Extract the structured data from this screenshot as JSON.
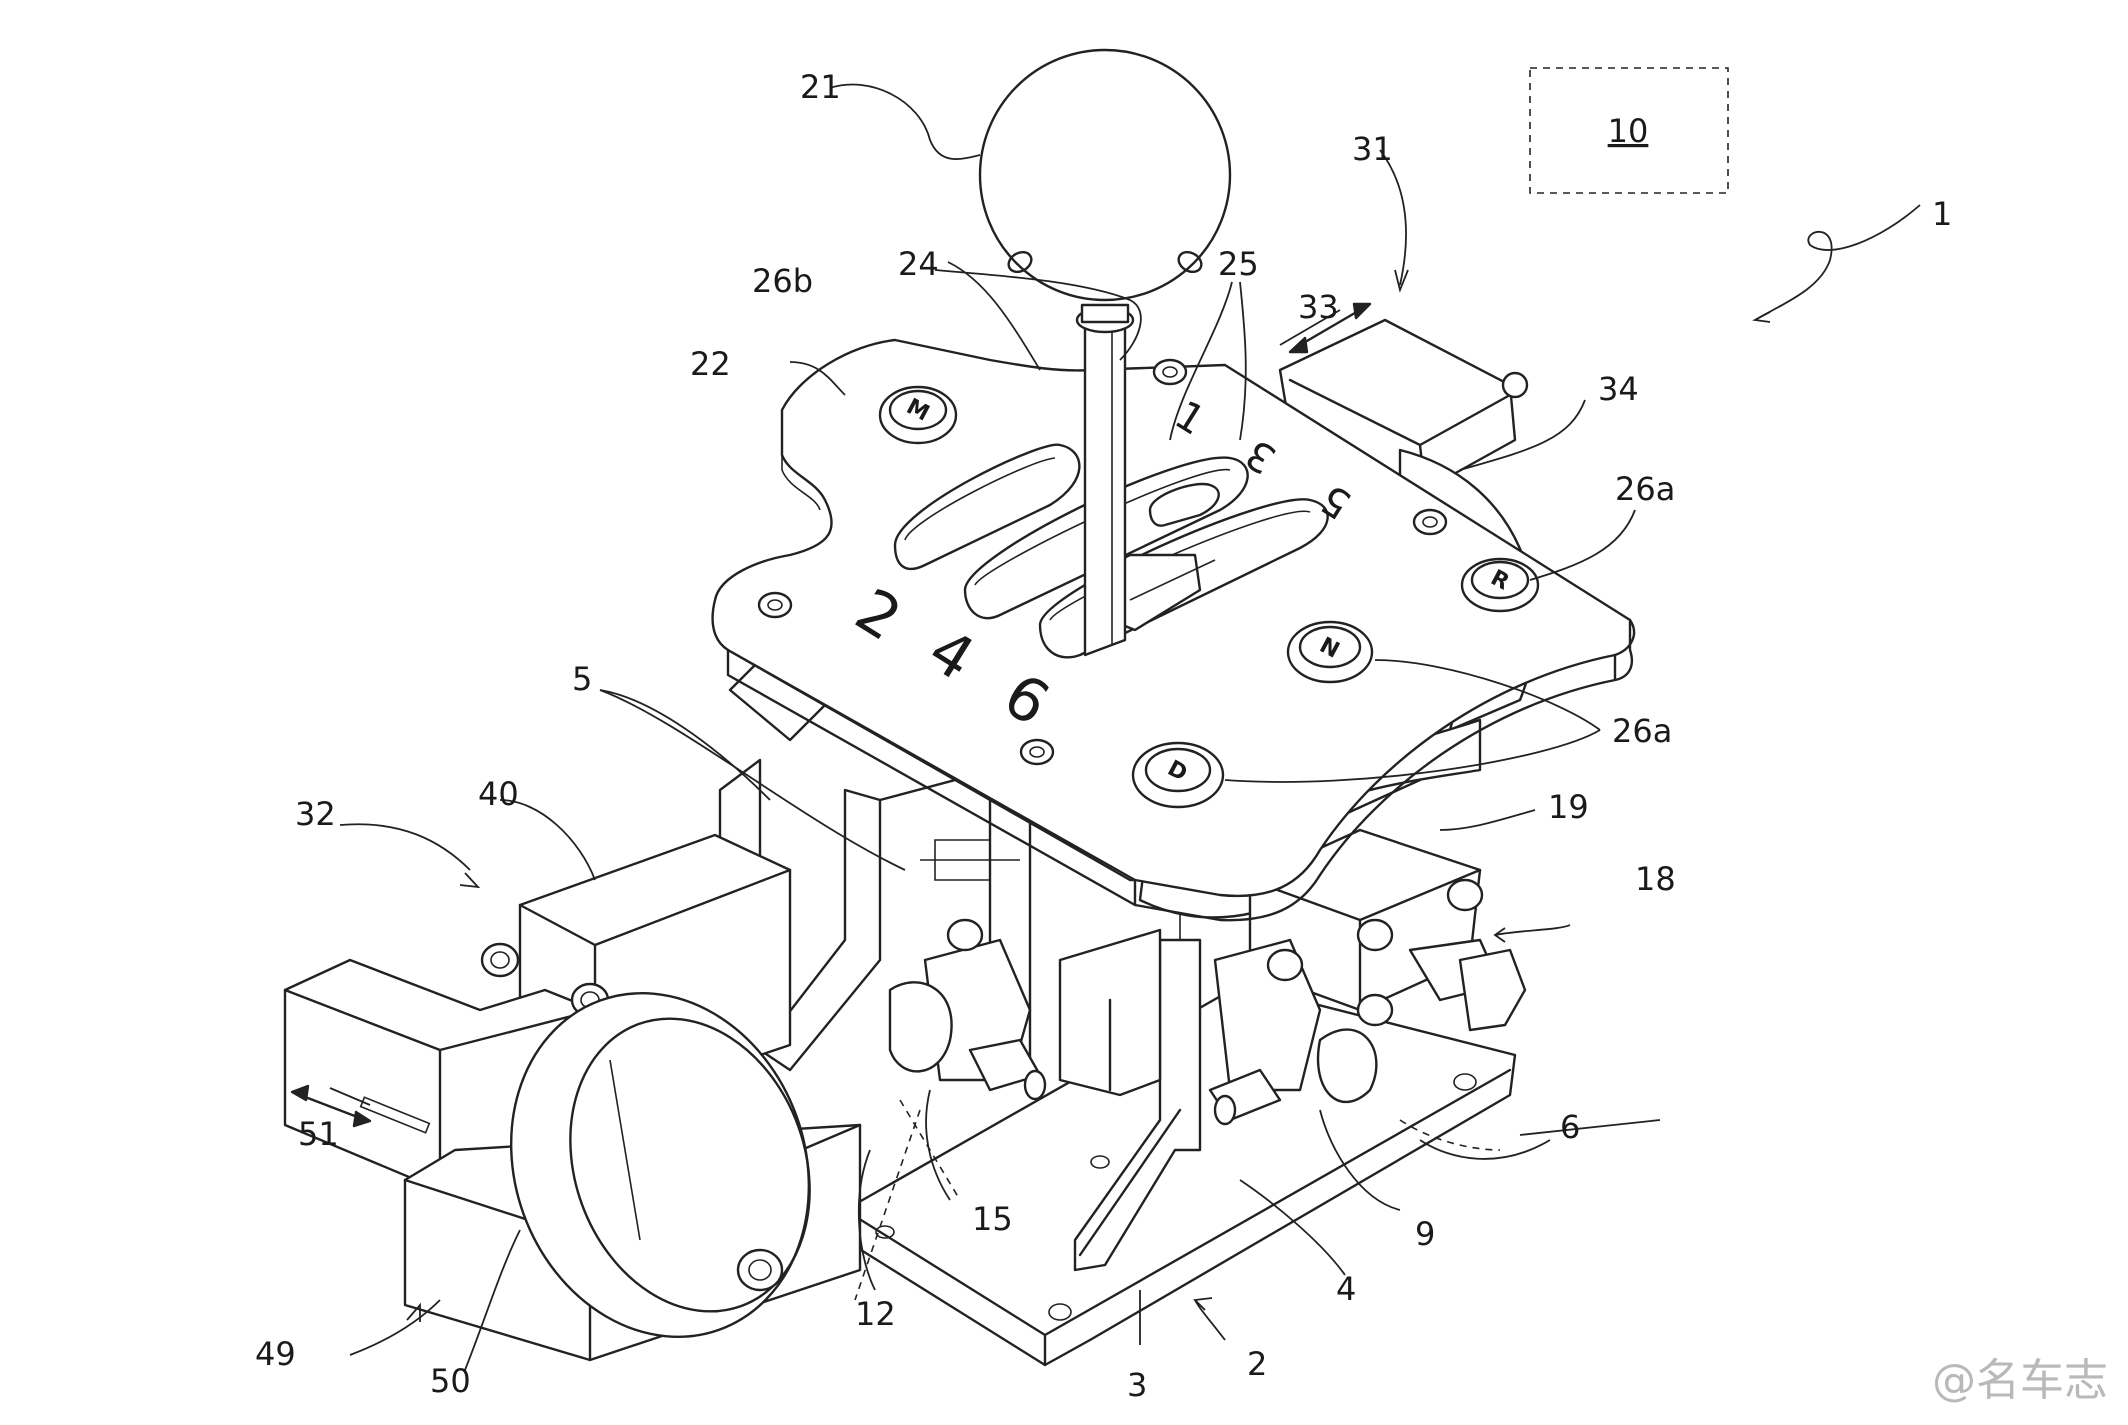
{
  "labels": {
    "l1": "1",
    "l2": "2",
    "l3": "3",
    "l4": "4",
    "l5": "5",
    "l6": "6",
    "l9": "9",
    "l10": "10",
    "l12": "12",
    "l15": "15",
    "l18": "18",
    "l19": "19",
    "l21": "21",
    "l22": "22",
    "l24": "24",
    "l25": "25",
    "l26a_1": "26a",
    "l26a_2": "26a",
    "l26b": "26b",
    "l31": "31",
    "l32": "32",
    "l33": "33",
    "l34": "34",
    "l40": "40",
    "l49": "49",
    "l50": "50",
    "l51": "51"
  },
  "gate_numbers": {
    "g1": "1",
    "g2": "2",
    "g3": "3",
    "g4": "4",
    "g5": "5",
    "g6": "6"
  },
  "buttons": {
    "m": "M",
    "r": "R",
    "n": "N",
    "d": "D"
  },
  "watermark": "@名车志",
  "colors": {
    "line": "#222222",
    "background": "#ffffff"
  }
}
